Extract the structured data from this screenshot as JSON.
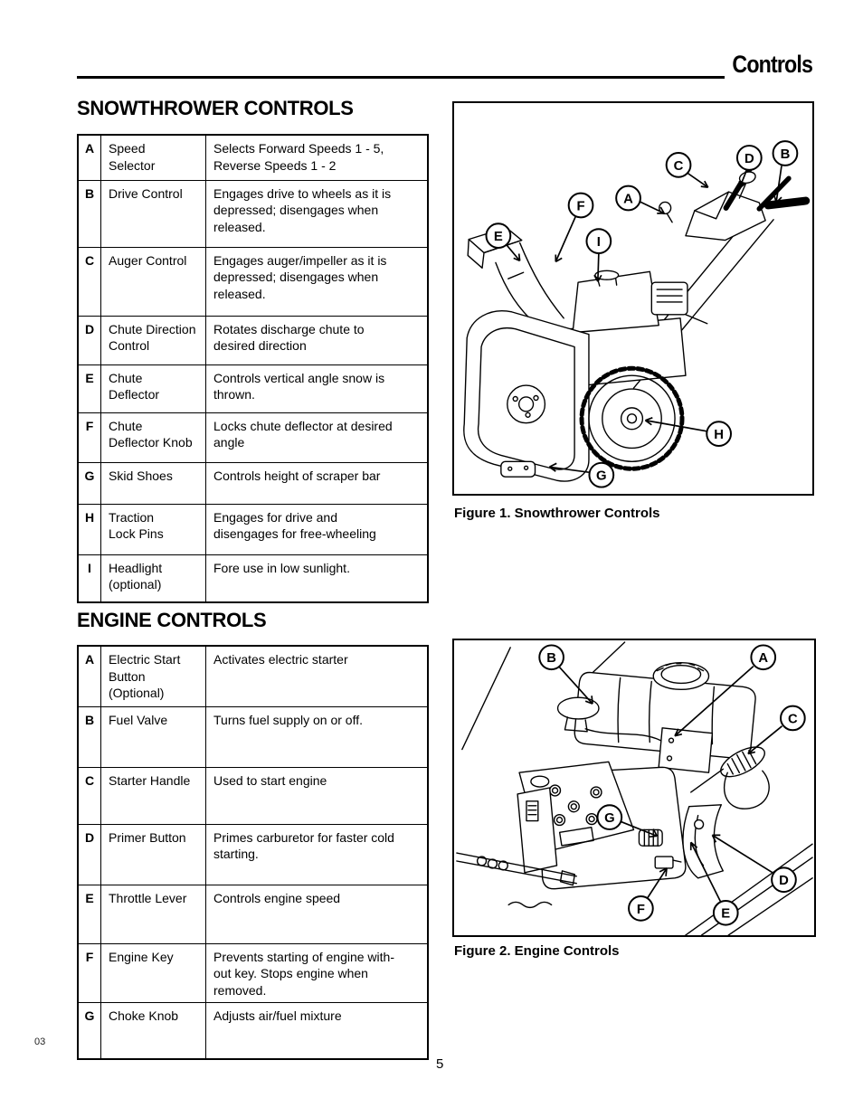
{
  "page": {
    "header_title": "Controls",
    "page_number": "5",
    "footer_code": "03"
  },
  "snowthrower": {
    "heading": "SNOWTHROWER CONTROLS",
    "rows": [
      {
        "key": "A",
        "name": "Speed\nSelector",
        "desc": "Selects Forward Speeds 1 - 5,\nReverse Speeds 1 - 2"
      },
      {
        "key": "B",
        "name": "Drive Control",
        "desc": "Engages drive to wheels as it is\ndepressed; disengages when\nreleased."
      },
      {
        "key": "C",
        "name": "Auger Control",
        "desc": "Engages auger/impeller as it is\ndepressed; disengages when\nreleased."
      },
      {
        "key": "D",
        "name": "Chute Direction\nControl",
        "desc": "Rotates discharge chute to\ndesired direction"
      },
      {
        "key": "E",
        "name": "Chute\nDeflector",
        "desc": "Controls vertical angle snow is\nthrown."
      },
      {
        "key": "F",
        "name": "Chute\nDeflector Knob",
        "desc": "Locks chute deflector at desired\nangle"
      },
      {
        "key": "G",
        "name": "Skid Shoes",
        "desc": "Controls height of scraper bar"
      },
      {
        "key": "H",
        "name": "Traction\nLock Pins",
        "desc": "Engages for drive and\ndisengages for free-wheeling"
      },
      {
        "key": "I",
        "name": "Headlight\n(optional)",
        "desc": "Fore use in low sunlight."
      }
    ],
    "figure": {
      "caption": "Figure 1. Snowthrower Controls",
      "callouts": [
        "C",
        "D",
        "B",
        "A",
        "F",
        "E",
        "I",
        "H",
        "G"
      ]
    }
  },
  "engine": {
    "heading": "ENGINE CONTROLS",
    "rows": [
      {
        "key": "A",
        "name": "Electric Start\nButton\n(Optional)",
        "desc": "Activates electric starter"
      },
      {
        "key": "B",
        "name": "Fuel Valve",
        "desc": "Turns fuel supply on or off."
      },
      {
        "key": "C",
        "name": "Starter Handle",
        "desc": "Used to start engine"
      },
      {
        "key": "D",
        "name": "Primer Button",
        "desc": "Primes carburetor for faster cold\nstarting."
      },
      {
        "key": "E",
        "name": "Throttle Lever",
        "desc": "Controls engine speed"
      },
      {
        "key": "F",
        "name": "Engine Key",
        "desc": "Prevents starting of engine with-\nout key. Stops engine when\nremoved."
      },
      {
        "key": "G",
        "name": "Choke Knob",
        "desc": "Adjusts air/fuel mixture"
      }
    ],
    "figure": {
      "caption": "Figure 2. Engine Controls",
      "callouts": [
        "B",
        "A",
        "C",
        "G",
        "D",
        "F",
        "E"
      ]
    }
  },
  "colors": {
    "ink": "#000000",
    "paper": "#ffffff"
  }
}
